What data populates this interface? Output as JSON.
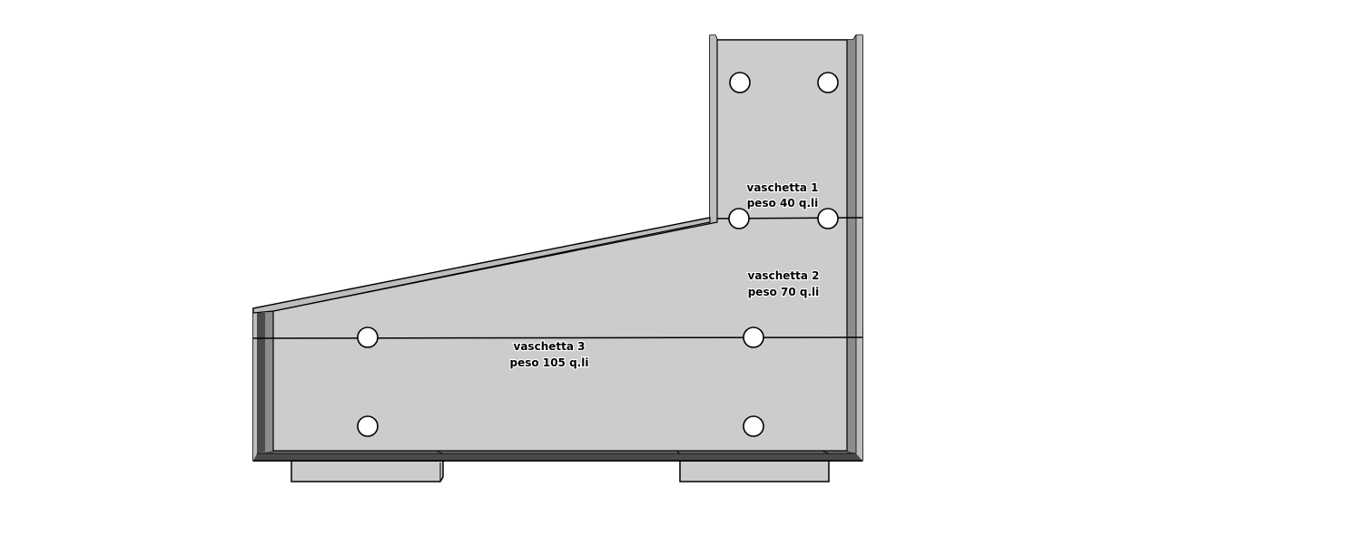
{
  "colors": {
    "background": "#ffffff",
    "panel_fill": "#cccccc",
    "flange_light": "#bdbdbd",
    "flange_mid": "#8c8c8c",
    "flange_dark": "#4a4a4a",
    "outline": "#000000",
    "hole_fill": "#ffffff"
  },
  "compartments": [
    {
      "name": "vaschetta 1",
      "weight": "peso 40 q.li"
    },
    {
      "name": "vaschetta 2",
      "weight": "peso 70 q.li"
    },
    {
      "name": "vaschetta 3",
      "weight": "peso 105 q.li"
    }
  ]
}
